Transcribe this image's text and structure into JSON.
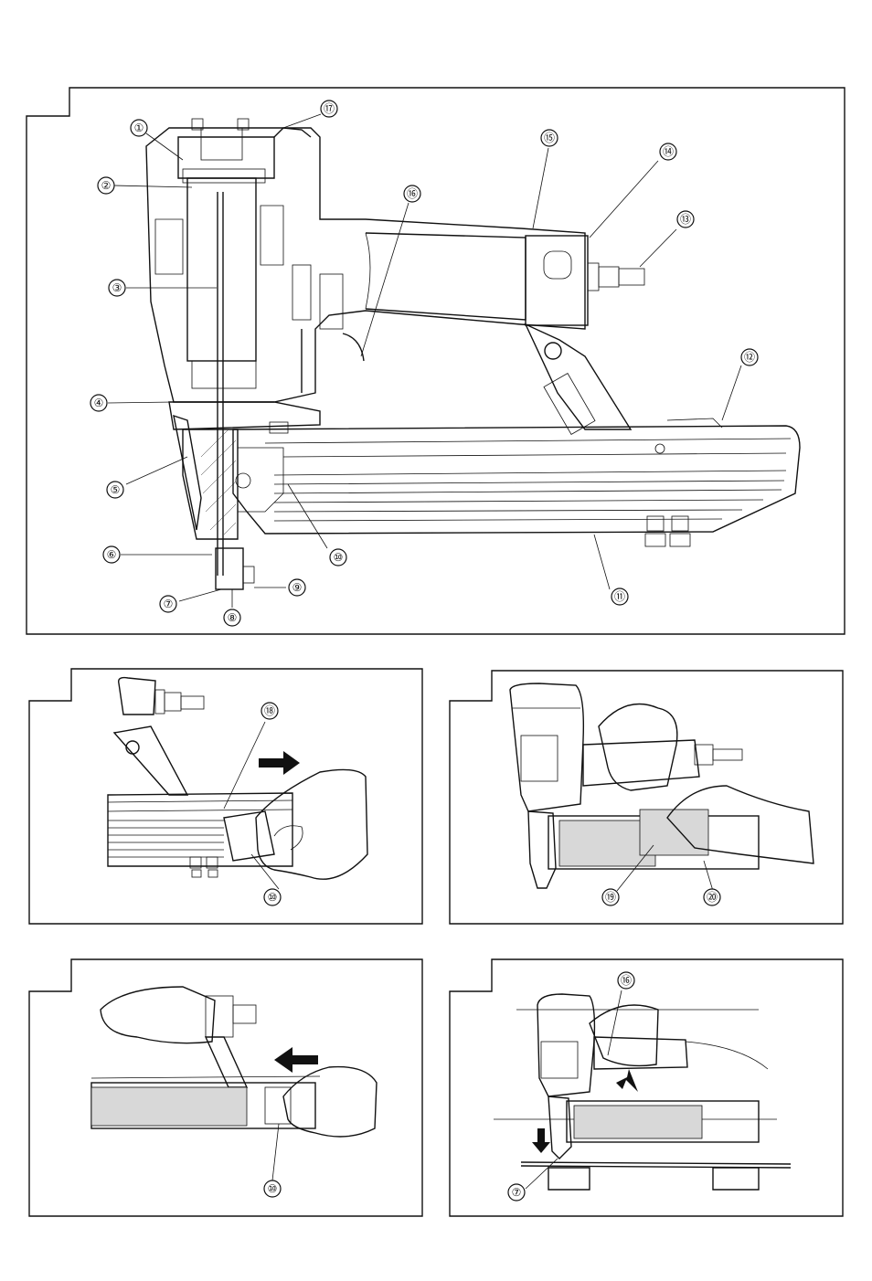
{
  "figures": [
    {
      "id": "main",
      "callouts": [
        "①",
        "②",
        "③",
        "④",
        "⑤",
        "⑥",
        "⑦",
        "⑧",
        "⑨",
        "⑩",
        "⑪",
        "⑫",
        "⑬",
        "⑭",
        "⑮",
        "⑯",
        "⑰"
      ]
    },
    {
      "id": "load-pusher",
      "callouts": [
        "⑱",
        "⑩"
      ]
    },
    {
      "id": "load-staples",
      "callouts": [
        "⑲",
        "⑳"
      ]
    },
    {
      "id": "close-pusher",
      "callouts": [
        "⑩"
      ]
    },
    {
      "id": "operate",
      "callouts": [
        "⑯",
        "⑦"
      ]
    }
  ]
}
